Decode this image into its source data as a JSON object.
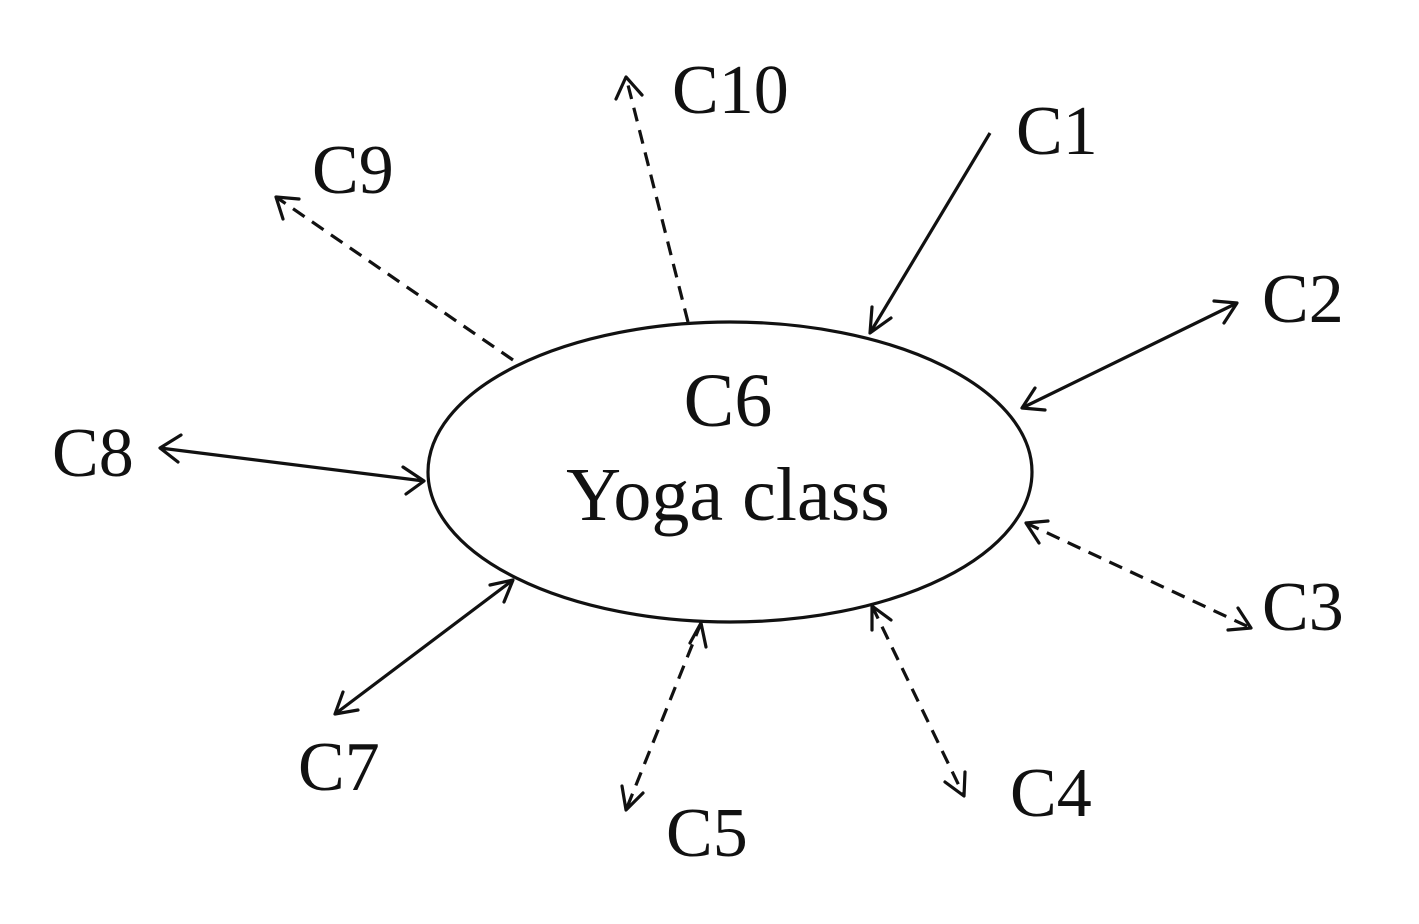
{
  "center": {
    "code": "C6",
    "name": "Yoga class"
  },
  "nodes": [
    {
      "id": "c1",
      "label": "C1"
    },
    {
      "id": "c2",
      "label": "C2"
    },
    {
      "id": "c3",
      "label": "C3"
    },
    {
      "id": "c4",
      "label": "C4"
    },
    {
      "id": "c5",
      "label": "C5"
    },
    {
      "id": "c7",
      "label": "C7"
    },
    {
      "id": "c8",
      "label": "C8"
    },
    {
      "id": "c9",
      "label": "C9"
    },
    {
      "id": "c10",
      "label": "C10"
    }
  ],
  "edges": [
    {
      "from": "C1",
      "to": "C6",
      "style": "solid",
      "arrowheads": "to"
    },
    {
      "from": "C2",
      "to": "C6",
      "style": "solid",
      "arrowheads": "both"
    },
    {
      "from": "C3",
      "to": "C6",
      "style": "dashed",
      "arrowheads": "both"
    },
    {
      "from": "C4",
      "to": "C6",
      "style": "dashed",
      "arrowheads": "both"
    },
    {
      "from": "C5",
      "to": "C6",
      "style": "dashed",
      "arrowheads": "both"
    },
    {
      "from": "C7",
      "to": "C6",
      "style": "solid",
      "arrowheads": "both"
    },
    {
      "from": "C8",
      "to": "C6",
      "style": "solid",
      "arrowheads": "both"
    },
    {
      "from": "C6",
      "to": "C9",
      "style": "dashed",
      "arrowheads": "to"
    },
    {
      "from": "C6",
      "to": "C10",
      "style": "dashed",
      "arrowheads": "to"
    }
  ]
}
